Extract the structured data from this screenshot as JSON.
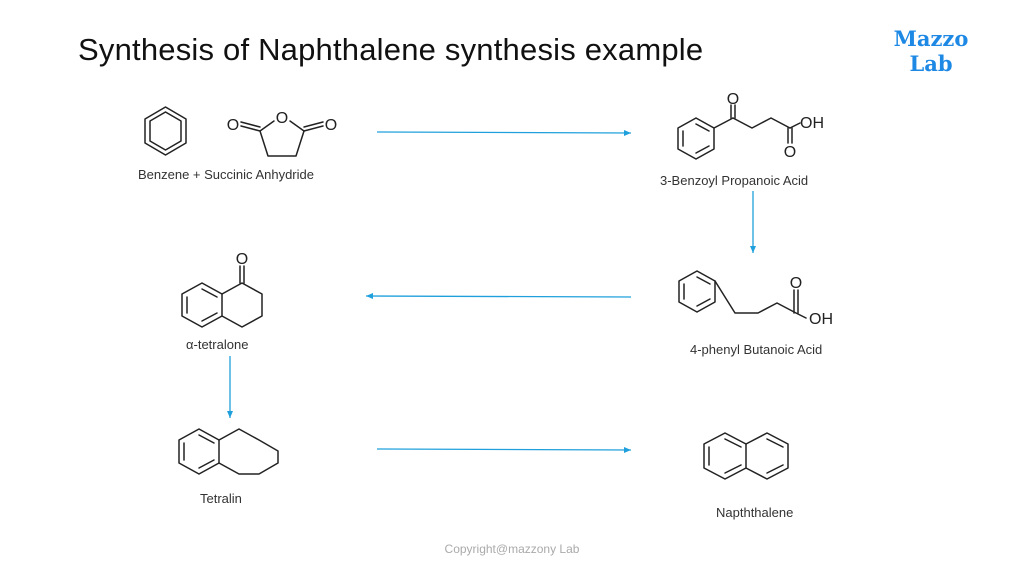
{
  "title": "Synthesis of Naphthalene synthesis example",
  "logo": {
    "line1": "Mazzo",
    "line2": "Lab"
  },
  "labels": {
    "benzene_succinic": "Benzene + Succinic Anhydride",
    "benzoyl_propanoic": "3-Benzoyl Propanoic Acid",
    "tetralone": "α-tetralone",
    "phenyl_butanoic": "4-phenyl Butanoic Acid",
    "tetralin": "Tetralin",
    "naphthalene": "Napththalene"
  },
  "atoms": {
    "O": "O",
    "OH": "OH"
  },
  "copyright": "Copyright@mazzony Lab",
  "colors": {
    "arrow": "#1fa0dc",
    "logo": "#1e88e5",
    "bond": "#222222"
  }
}
